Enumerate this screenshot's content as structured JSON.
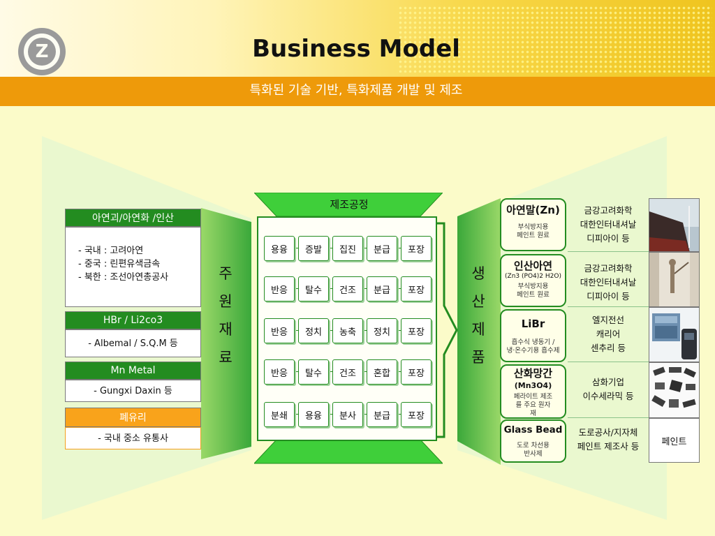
{
  "header": {
    "title": "Business Model",
    "subtitle": "특화된 기술 기반,  특화제품 개발 및 제조",
    "logo_letter": "Z"
  },
  "raw_materials": {
    "label_chars": [
      "주",
      "원",
      "재",
      "료"
    ],
    "groups": [
      {
        "header": "아연괴/아연화 /인산",
        "lines": [
          "- 국내 : 고려아연",
          "- 중국 : 린편유색금속",
          "- 북한 : 조선아연총공사"
        ]
      },
      {
        "header": "HBr / Li2co3",
        "lines": [
          "- Albemal / S.Q.M 등"
        ]
      },
      {
        "header": "Mn Metal",
        "lines": [
          "- Gungxi Daxin 등"
        ]
      },
      {
        "header": "폐유리",
        "lines": [
          "- 국내 중소 유통사"
        ]
      }
    ]
  },
  "process": {
    "title": "제조공정",
    "rows": [
      [
        "용융",
        "증발",
        "집진",
        "분급",
        "포장"
      ],
      [
        "반응",
        "탈수",
        "건조",
        "분급",
        "포장"
      ],
      [
        "반응",
        "정치",
        "농축",
        "정치",
        "포장"
      ],
      [
        "반응",
        "탈수",
        "건조",
        "혼합",
        "포장"
      ],
      [
        "분쇄",
        "용융",
        "분사",
        "분급",
        "포장"
      ]
    ]
  },
  "products": {
    "label_chars": [
      "생",
      "산",
      "제",
      "품"
    ],
    "items": [
      {
        "name": "아연말(Zn)",
        "formula": "",
        "desc": [
          "부식방지용",
          "페인트 원료"
        ],
        "companies": [
          "금강고려화학",
          "대한인터내셔날",
          "디피아이 등"
        ],
        "image": "ship-hull-image"
      },
      {
        "name": "인산아연",
        "formula": "(Zn3 (PO4)2 H2O)",
        "desc": [
          "부식방지용",
          "페인트 원료"
        ],
        "companies": [
          "금강고려화학",
          "대한인터내셔날",
          "디피아이 등"
        ],
        "image": "container-painting-image"
      },
      {
        "name": "LiBr",
        "formula": "",
        "desc": [
          "흡수식 냉동기 /",
          "냉·온수기용 흡수제"
        ],
        "companies": [
          "엘지전선",
          "캐리어",
          "센추리 등"
        ],
        "image": "chiller-machine-image"
      },
      {
        "name": "산화망간",
        "formula": "(Mn3O4)",
        "desc": [
          "페라이트 제조",
          "를 주요 원자",
          "재"
        ],
        "companies": [
          "삼화기업",
          "이수세라믹 등"
        ],
        "image": "ferrite-cores-image"
      },
      {
        "name": "Glass Bead",
        "formula": "",
        "desc": [
          "도로 차선용",
          "반사제"
        ],
        "companies": [
          "도로공사/지자체",
          "페인트 제조사 등"
        ],
        "image_text": "페인트"
      }
    ]
  },
  "colors": {
    "green": "#238c20",
    "orange": "#ee9a0a",
    "light_orange": "#f9a31b",
    "background": "#fbfbc9"
  }
}
